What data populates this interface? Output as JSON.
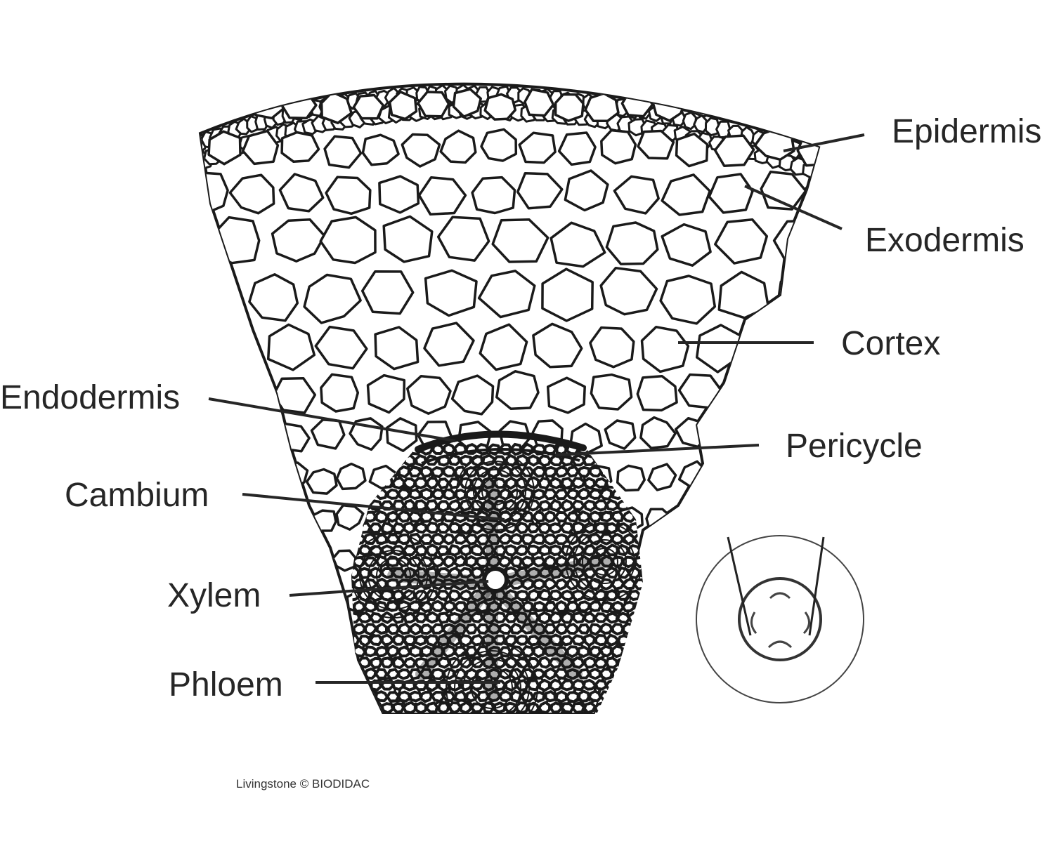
{
  "diagram": {
    "labels": {
      "epidermis": "Epidermis",
      "exodermis": "Exodermis",
      "cortex": "Cortex",
      "endodermis": "Endodermis",
      "pericycle": "Pericycle",
      "cambium": "Cambium",
      "xylem": "Xylem",
      "phloem": "Phloem"
    },
    "credit": "Livingstone © BIODIDAC"
  },
  "colors": {
    "ink": "#1a1a1a",
    "label_text": "#262626",
    "background": "#ffffff"
  }
}
